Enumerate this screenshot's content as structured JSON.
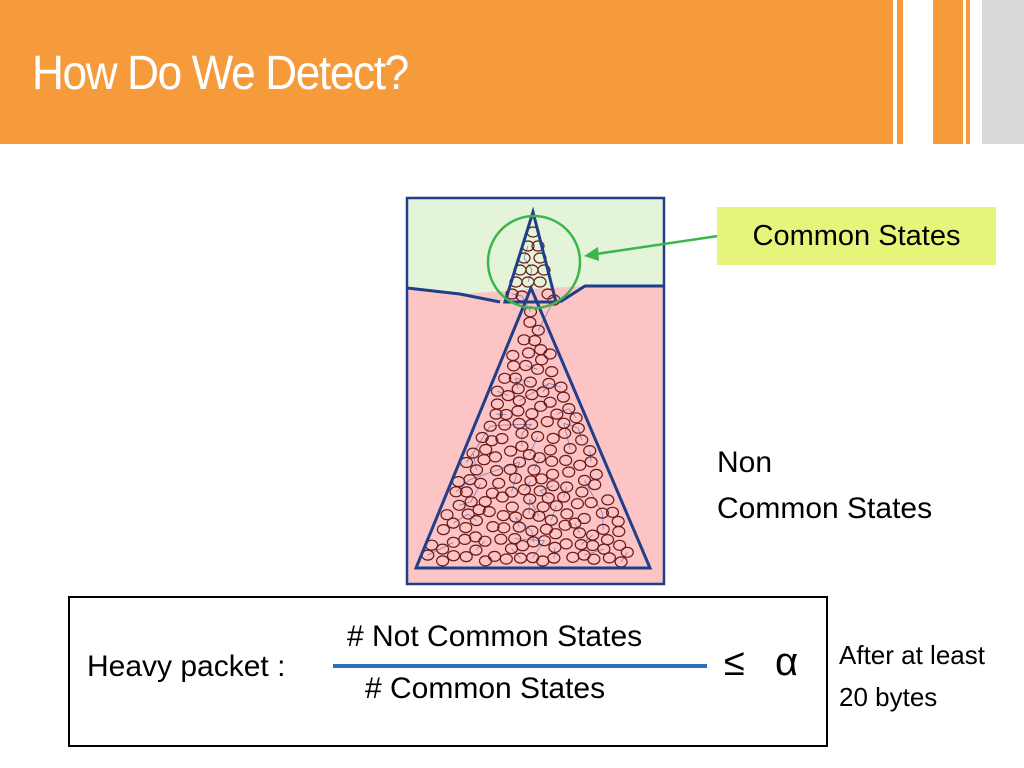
{
  "slide": {
    "title": "How Do We Detect?"
  },
  "labels": {
    "common_states": "Common States",
    "non_common_line1": "Non",
    "non_common_line2": "Common States"
  },
  "formula": {
    "label": "Heavy packet :",
    "numerator": "# Not Common States",
    "denominator": "# Common States",
    "operator": "≤",
    "threshold": "α"
  },
  "note": {
    "line1": "After at least",
    "line2": "20 bytes"
  },
  "colors": {
    "header_orange": "#f59b3c",
    "common_region": "#e3f4d9",
    "noncommon_region": "#fcc4c4",
    "outline_blue": "#1f3f8a",
    "circle_green": "#3cb54a",
    "label_highlight": "#e6f57a",
    "fraction_line": "#2e6fba"
  },
  "icons": {
    "state_node": "circle-node-icon"
  }
}
